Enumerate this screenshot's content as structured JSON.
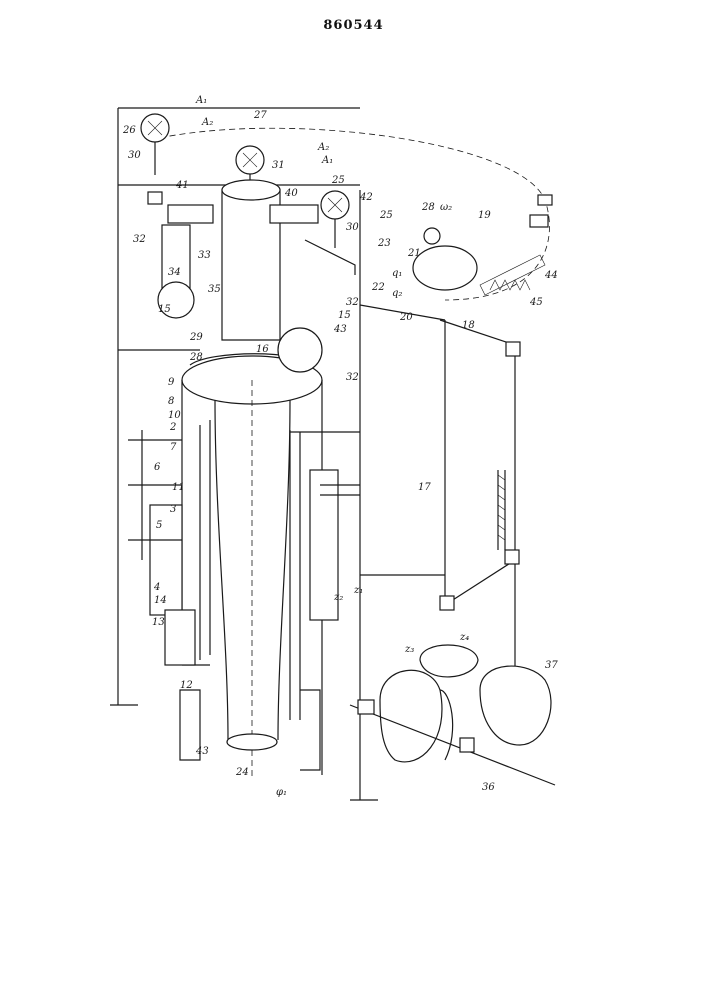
{
  "header": {
    "patent_number": "860544"
  },
  "figure": {
    "labels": {
      "A1_left": "A₁",
      "A2_left": "A₂",
      "A2_right": "A₂",
      "A1_right": "A₁",
      "n26": "26",
      "n27": "27",
      "n31": "31",
      "n30a": "30",
      "n41": "41",
      "n33": "33",
      "n40": "40",
      "n25a": "25",
      "n42": "42",
      "n32a": "32",
      "n34": "34",
      "n35": "35",
      "n15a": "15",
      "n29": "29",
      "n16": "16",
      "n28": "28",
      "n9": "9",
      "n8": "8",
      "n10": "10",
      "n2": "2",
      "n7": "7",
      "n6": "6",
      "n11": "11",
      "n3": "3",
      "n5": "5",
      "n4": "4",
      "n14": "14",
      "n13": "13",
      "n12": "12",
      "n43a": "43",
      "n30b": "30",
      "n23": "23",
      "n21": "21",
      "n22": "22",
      "q1": "q₁",
      "q2": "q₂",
      "n20": "20",
      "n32b": "32",
      "n15b": "15",
      "n43b": "43",
      "n32c": "32",
      "n18": "18",
      "n19": "19",
      "n44": "44",
      "n45": "45",
      "n17": "17",
      "z1": "z₁",
      "z2": "z₂",
      "z3": "z₃",
      "z4": "z₄",
      "n37": "37",
      "n36": "36",
      "n25b": "25",
      "phi": "φ₁",
      "n24": "24",
      "n28b": "28",
      "omega": "ω₂"
    }
  }
}
